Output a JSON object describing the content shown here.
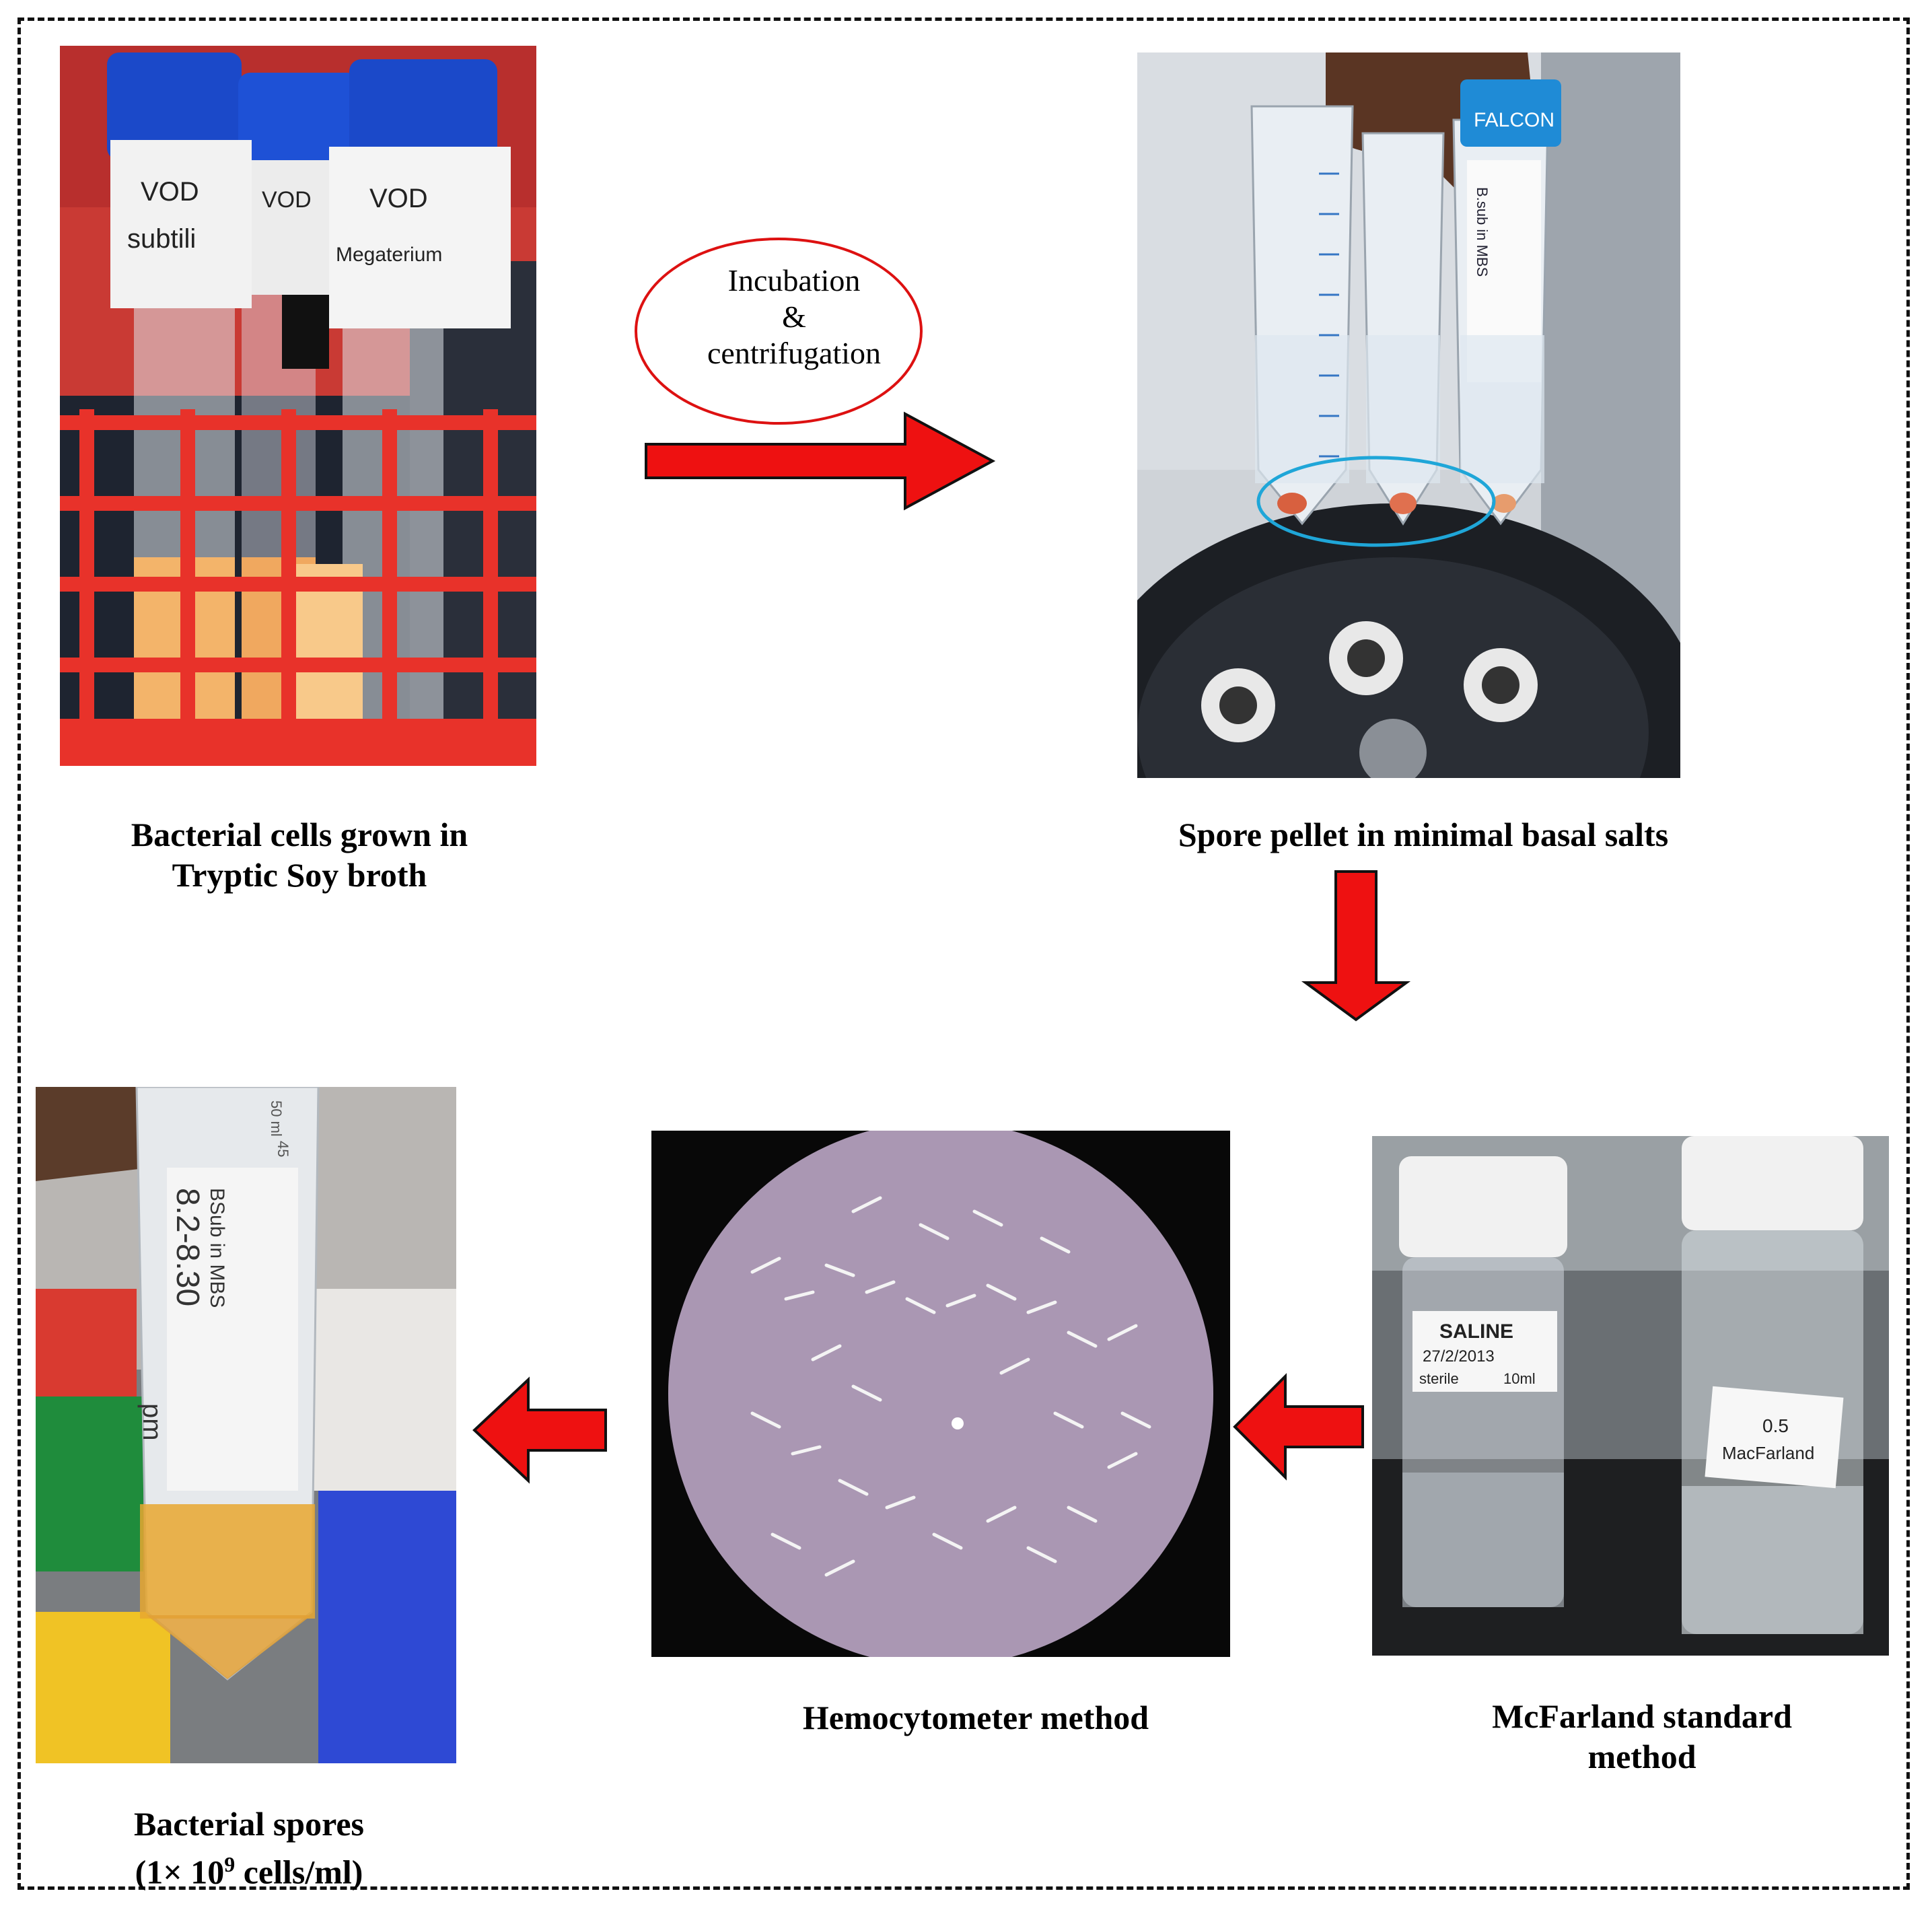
{
  "title": "",
  "captions": {
    "cells": [
      "Bacterial cells grown in",
      "Tryptic Soy broth"
    ],
    "pellet": "Spore pellet in minimal basal salts",
    "mcfarland": [
      "McFarland standard",
      "method"
    ],
    "hemocytometer": "Hemocytometer method",
    "spores_line1": "Bacterial spores",
    "spores_line2_a": "(1× 10",
    "spores_line2_sup": "9",
    "spores_line2_b": " cells/ml)"
  },
  "oval": {
    "line1": "Incubation",
    "line2": "&",
    "line3": "centrifugation"
  },
  "photo_labels": {
    "tube1": [
      "VOD",
      "subtili"
    ],
    "tube2": "VOD",
    "tube3": [
      "VOD",
      "Megaterium"
    ],
    "falcon_brand": "FALCON",
    "falcon_label": "B.sub in MBS",
    "saline": [
      "SALINE",
      "27/2/2013",
      "sterile",
      "10ml"
    ],
    "macfarland": [
      "0.5",
      "MacFarland"
    ],
    "spore_tube_label": [
      "BSub in MBS",
      "8.2-8.30",
      "pm"
    ],
    "graduation": [
      "50 ml",
      "45"
    ]
  },
  "colors": {
    "arrow_fill": "#ee1111",
    "arrow_stroke": "#111111",
    "oval_stroke": "#dd1111",
    "pellet_circle": "#1fa6d8",
    "rack_red": "#e8322a",
    "cap_blue": "#1b49c9"
  }
}
